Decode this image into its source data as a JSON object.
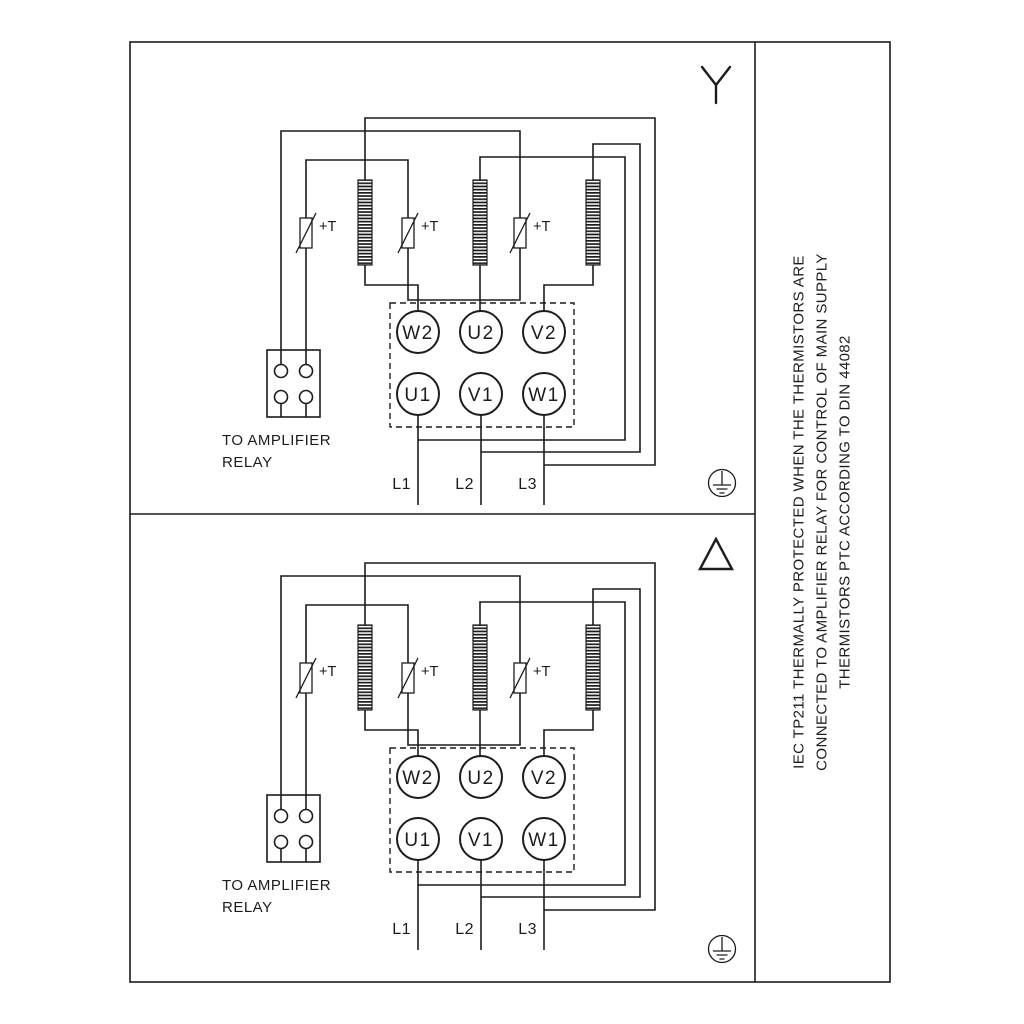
{
  "colors": {
    "ink": "#1c1c1c",
    "background": "#ffffff"
  },
  "icons": {
    "star_connection": "Y",
    "delta_connection": "△",
    "earth_ground": "⏚"
  },
  "side_note": {
    "lines": [
      "IEC TP211 THERMALLY PROTECTED WHEN THE THERMISTORS ARE",
      "CONNECTED TO AMPLIFIER RELAY FOR CONTROL OF MAIN SUPPLY",
      "THERMISTORS PTC ACCORDING TO DIN 44082"
    ]
  },
  "panels": [
    {
      "id": "star",
      "connection_symbol": "star",
      "terminals_top": [
        "W2",
        "U2",
        "V2"
      ],
      "terminals_bottom": [
        "U1",
        "V1",
        "W1"
      ],
      "supply_lines": [
        "L1",
        "L2",
        "L3"
      ],
      "thermistor_label": "+T",
      "relay_note": [
        "TO AMPLIFIER",
        "RELAY"
      ]
    },
    {
      "id": "delta",
      "connection_symbol": "delta",
      "terminals_top": [
        "W2",
        "U2",
        "V2"
      ],
      "terminals_bottom": [
        "U1",
        "V1",
        "W1"
      ],
      "supply_lines": [
        "L1",
        "L2",
        "L3"
      ],
      "thermistor_label": "+T",
      "relay_note": [
        "TO AMPLIFIER",
        "RELAY"
      ]
    }
  ]
}
